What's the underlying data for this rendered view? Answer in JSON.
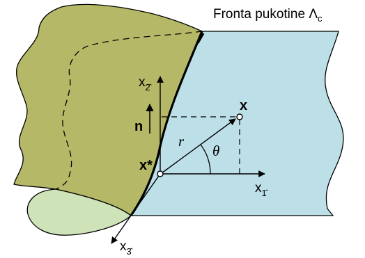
{
  "figure": {
    "title_text": "Fronta pukotine",
    "title_symbol": "Λ",
    "title_symbol_sub": "c",
    "axis_x1": {
      "letter": "x",
      "sub": "1̂"
    },
    "axis_x2": {
      "letter": "x",
      "sub": "2̂"
    },
    "axis_x3": {
      "letter": "x",
      "sub": "3̂"
    },
    "normal_label": "n",
    "origin_label": "x*",
    "point_label": "x",
    "radius_label": "r",
    "angle_label": "θ"
  },
  "colors": {
    "crack_surface": "#b5b867",
    "body_fill": "#bde0e8",
    "lower_surface": "#cfe3b8",
    "line": "#000000",
    "point_fill": "#ffffff"
  }
}
